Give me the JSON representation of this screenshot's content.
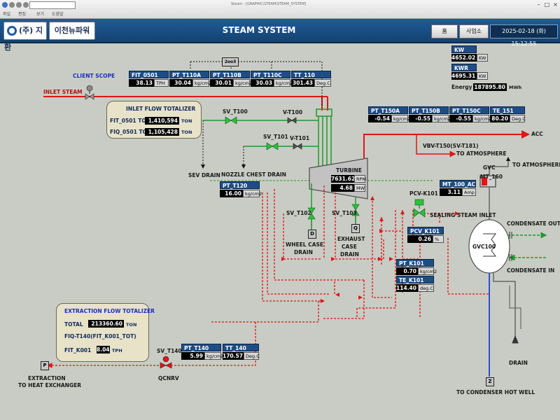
{
  "window": {
    "title": "Steam - [GRAPHIC\\STEAM\\STEAM_SYSTEM]",
    "menu": [
      "파일",
      "편집",
      "보기",
      "도움말"
    ]
  },
  "header": {
    "logo_company": "(주) 지환",
    "logo_plant": "이천뉴파워",
    "title": "STEAM SYSTEM",
    "home_button": "홈",
    "site_button": "사업소",
    "datetime": "2025-02-18 (화) 15:12:55"
  },
  "power": {
    "kw": {
      "tag": "KW",
      "value": "4652.02",
      "unit": "KW"
    },
    "kwr": {
      "tag": "KWR",
      "value": "4695.31",
      "unit": "KW"
    },
    "energy": {
      "label": "Energy",
      "value": "187895.80",
      "unit": "MWh"
    }
  },
  "labels": {
    "client_scope": "CLIENT SCOPE",
    "inlet_steam": "INLET STEAM",
    "two_oo_three": "2oo3",
    "sev_drain": "SEV DRAIN",
    "nozzle_chest_drain": "NOZZLE CHEST DRAIN",
    "turbine": "TURBINE",
    "acc": "ACC",
    "vbv": "VBV-T150(SV-T181)",
    "to_atmosphere_1": "TO ATMOSPHERE",
    "to_atmosphere_2": "TO ATMOSPHERE",
    "gvc": "GVC",
    "mt_160": "MT_160",
    "pcv_k101": "PCV-K101",
    "sealing_steam_inlet": "SEALING STEAM INLET",
    "condensate_out": "CONDENSATE OUT",
    "condensate_in": "CONDENSATE IN",
    "gvc100": "GVC100",
    "wheel_case_drain_1": "WHEEL CASE",
    "wheel_case_drain_2": "DRAIN",
    "exhaust_case_drain_1": "EXHAUST",
    "exhaust_case_drain_2": "CASE",
    "exhaust_case_drain_3": "DRAIN",
    "drain": "DRAIN",
    "to_condenser_hot_well": "TO CONDENSER HOT WELL",
    "extraction_1": "EXTRACTION",
    "extraction_2": "TO HEAT EXCHANGER",
    "qcnrv": "QCNRV",
    "box_d": "D",
    "box_q": "Q",
    "box_z": "Z",
    "box_p": "P"
  },
  "valves": {
    "sv_t100": "SV_T100",
    "v_t100": "V-T100",
    "sv_t101": "SV_T101",
    "v_t101": "V-T101",
    "sv_t102": "SV_T102",
    "sv_t103": "SV_T103",
    "sv_t140": "SV_T140"
  },
  "instruments": {
    "fit_0501": {
      "tag": "FIT_0501",
      "value": "38.13",
      "unit": "TPH"
    },
    "pt_t110a": {
      "tag": "PT_T110A",
      "value": "30.04",
      "unit": "kg/cm2"
    },
    "pt_t110b": {
      "tag": "PT_T110B",
      "value": "30.01",
      "unit": "kg/cm2"
    },
    "pt_t110c": {
      "tag": "PT_T110C",
      "value": "30.03",
      "unit": "kg/cm2"
    },
    "tt_110": {
      "tag": "TT_110",
      "value": "301.43",
      "unit": "Deg.C"
    },
    "pt_t150a": {
      "tag": "PT_T150A",
      "value": "-0.54",
      "unit": "kg/cm2"
    },
    "pt_t150b": {
      "tag": "PT_T150B",
      "value": "-0.55",
      "unit": "kg/cm2"
    },
    "pt_t150c": {
      "tag": "PT_T150C",
      "value": "-0.55",
      "unit": "kg/cm2"
    },
    "te_151": {
      "tag": "TE_151",
      "value": "80.20",
      "unit": "Deg.C"
    },
    "pt_t120": {
      "tag": "PT_T120",
      "value": "16.00",
      "unit": "kg/cm2"
    },
    "turbine_rpm": {
      "value": "7631.62",
      "unit": "RPM"
    },
    "turbine_mw": {
      "value": "4.68",
      "unit": "MW"
    },
    "mt_100_ac": {
      "tag": "MT_100_AC",
      "value": "3.11",
      "unit": "Amp"
    },
    "pcv_k101": {
      "tag": "PCV_K101",
      "value": "0.26",
      "unit": "%"
    },
    "pt_k101": {
      "tag": "PT_K101",
      "value": "0.70",
      "unit": "kg/cm2"
    },
    "te_k101": {
      "tag": "TE_K101",
      "value": "114.40",
      "unit": "deg.C"
    },
    "pt_t140": {
      "tag": "PT_T140",
      "value": "5.99",
      "unit": "kg/cm2"
    },
    "tt_140": {
      "tag": "TT_140",
      "value": "170.57",
      "unit": "Deg.C"
    }
  },
  "inlet_totalizer": {
    "title": "INLET FLOW TOTALIZER",
    "row1": {
      "label": "FIT_0501 TOT",
      "value": "1,410,594",
      "unit": "TON"
    },
    "row2": {
      "label": "FIQ_0501 TOT",
      "value": "1,105,428",
      "unit": "TON"
    }
  },
  "extraction_totalizer": {
    "title": "EXTRACTION FLOW TOTALIZER",
    "total_label": "TOTAL",
    "total_value": "213360.60",
    "total_unit": "TON",
    "fiq_label": "FIQ-T140(FIT_K001_TOT)",
    "fit_label": "FIT_K001",
    "fit_value": "8.04",
    "fit_unit": "TPH"
  },
  "colors": {
    "steam_line": "#e01515",
    "drain_line": "#e01515",
    "green_line": "#1f9a2f",
    "tag_bg": "#1e4d86",
    "header_bg": "#1f5b9a",
    "background": "#c9ccc4",
    "hot_well_line": "#2a4fd8"
  }
}
